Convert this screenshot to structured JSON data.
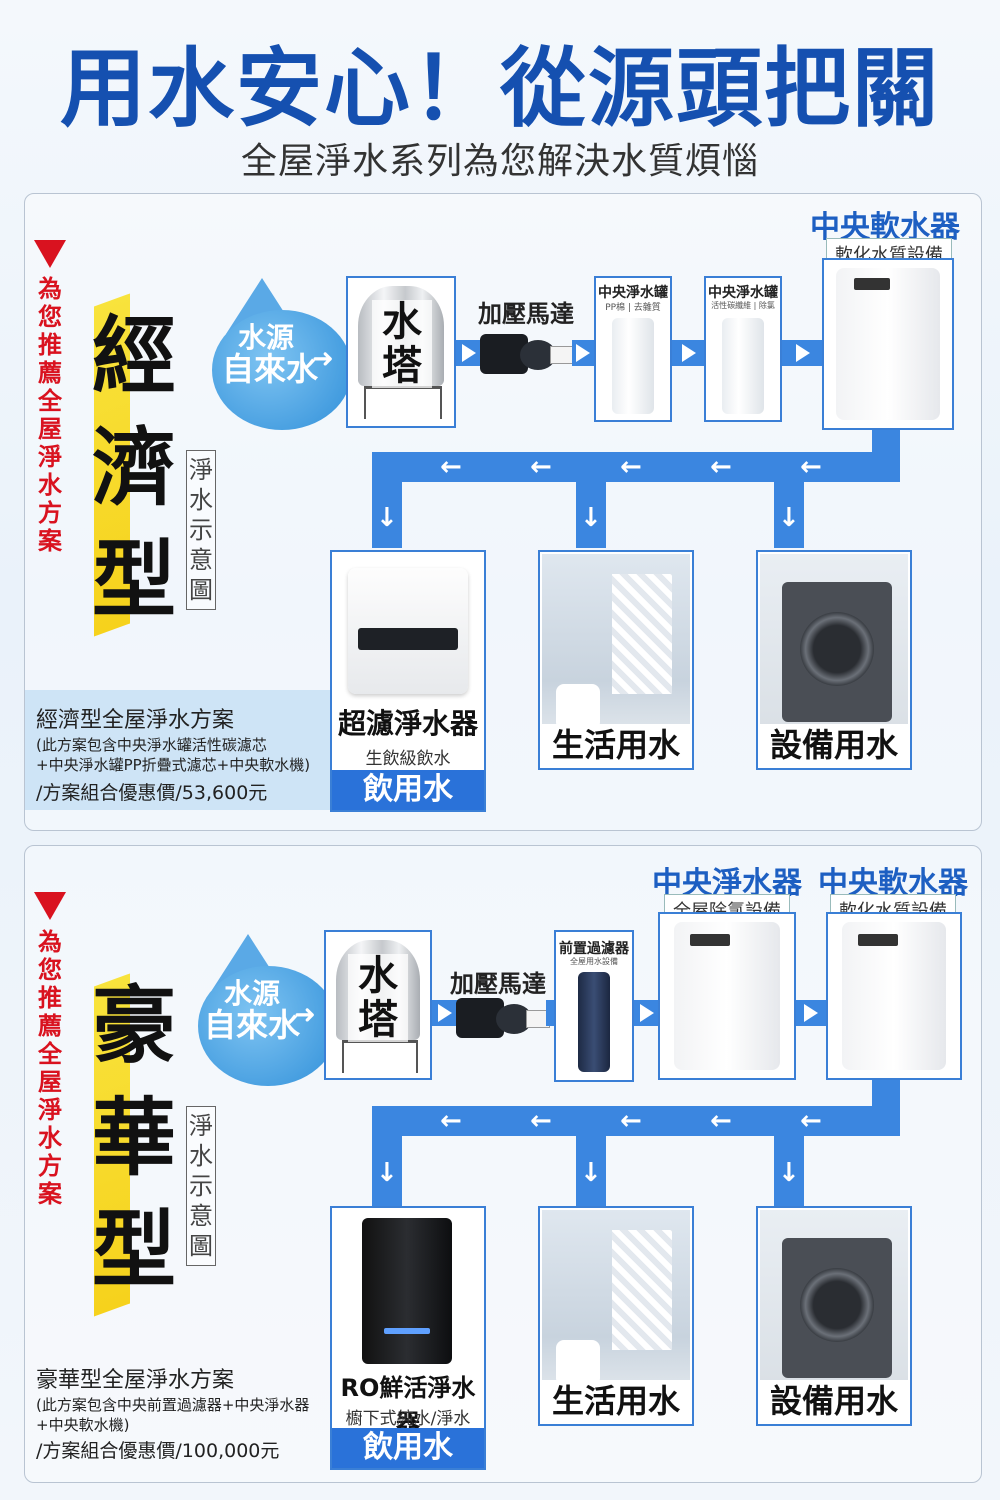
{
  "header": {
    "title": "用水安心！從源頭把關",
    "subtitle": "全屋淨水系列為您解決水質煩惱"
  },
  "plans": [
    {
      "side_label": "為您推薦全屋淨水方案",
      "type_label": "經濟型",
      "diagram_label": "淨水示意圖",
      "source_line1": "水源",
      "source_line2": "自來水",
      "tower_label": "水塔",
      "pump_label": "加壓馬達",
      "filter1_title": "中央淨水罐",
      "filter1_sub": "PP棉 | 去雜質",
      "filter2_title": "中央淨水罐",
      "filter2_sub": "活性碳纖維 | 除氯",
      "softener_title": "中央軟水器",
      "softener_sub": "軟化水質設備",
      "purifier_caption": "超濾淨水器",
      "purifier_sub": "生飲級飲水",
      "drink_label": "飲用水",
      "living_label": "生活用水",
      "equipment_label": "設備用水",
      "info_title": "經濟型全屋淨水方案",
      "info_detail1": "(此方案包含中央淨水罐活性碳濾芯",
      "info_detail2": "+中央淨水罐PP折疊式濾芯+中央軟水機)",
      "info_price": "/方案組合優惠價/53,600元"
    },
    {
      "side_label": "為您推薦全屋淨水方案",
      "type_label": "豪華型",
      "diagram_label": "淨水示意圖",
      "source_line1": "水源",
      "source_line2": "自來水",
      "tower_label": "水塔",
      "pump_label": "加壓馬達",
      "prefilter_title": "前置過濾器",
      "prefilter_sub": "全屋用水設備",
      "central_title": "中央淨水器",
      "central_sub": "全屋除氯設備",
      "softener_title": "中央軟水器",
      "softener_sub": "軟化水質設備",
      "purifier_caption": "RO鮮活淨水器",
      "purifier_sub": "櫥下式純水/淨水",
      "drink_label": "飲用水",
      "living_label": "生活用水",
      "equipment_label": "設備用水",
      "info_title": "豪華型全屋淨水方案",
      "info_detail1": "(此方案包含中央前置過濾器+中央淨水器",
      "info_detail2": "+中央軟水機)",
      "info_price": "/方案組合優惠價/100,000元"
    }
  ],
  "colors": {
    "title_blue": "#1550b0",
    "pipe_blue": "#3b86e0",
    "accent_red": "#d9121f",
    "highlight_yellow": "#f6d21c"
  }
}
